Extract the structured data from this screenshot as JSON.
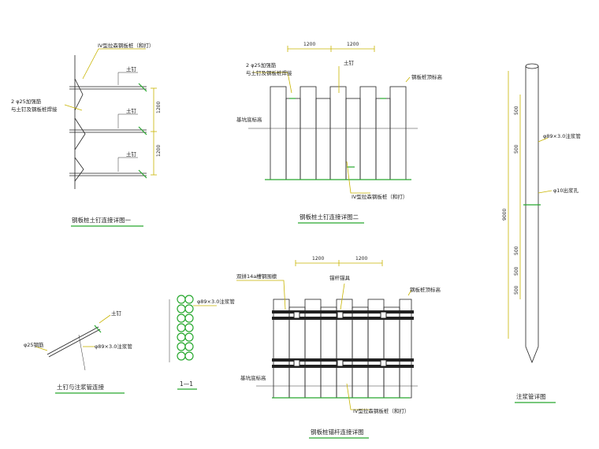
{
  "detail1": {
    "callout_top": "IV型拉森钢板桩（和打）",
    "soil_nail_1": "土钉",
    "soil_nail_2": "土钉",
    "soil_nail_3": "土钉",
    "weld_note_1": "2 φ25加强筋",
    "weld_note_2": "与土钉及钢板桩焊接",
    "dim_1": "1200",
    "dim_2": "1200",
    "title": "钢板桩土钉连接详图一"
  },
  "detail2": {
    "dim_1": "1200",
    "dim_2": "1200",
    "weld_note_1": "2 φ25加强筋",
    "weld_note_2": "与土钉及钢板桩焊接",
    "soil_nail": "土钉",
    "pile_top_label": "钢板桩顶标高",
    "pit_bottom_label": "基坑底标高",
    "pile_label": "IV型拉森钢板桩（和打）",
    "title": "钢板桩土钉连接详图二"
  },
  "detail3": {
    "dim_1": "1200",
    "dim_2": "1200",
    "waler_label": "双拼14a槽钢围檩",
    "anchor_label": "锚杆锚具",
    "pile_top_label": "钢板桩顶标高",
    "pit_bottom_label": "基坑底标高",
    "pile_label": "IV型拉森钢板桩（和打）",
    "title": "钢板桩锚杆连接详图"
  },
  "detail4": {
    "nail_label": "土钉",
    "rebar_label": "φ25钢筋",
    "pipe_label": "φ89×3.0注浆管",
    "title": "土钉与注浆管连接"
  },
  "detail5": {
    "pipe_label": "φ89×3.0注浆管",
    "title": "1—1"
  },
  "detail6": {
    "dims": [
      "500",
      "500",
      "500",
      "500",
      "500"
    ],
    "total_dim": "9000",
    "pipe_label": "φ89×3.0注浆管",
    "hole_label": "φ10出浆孔",
    "title": "注浆管详图"
  }
}
